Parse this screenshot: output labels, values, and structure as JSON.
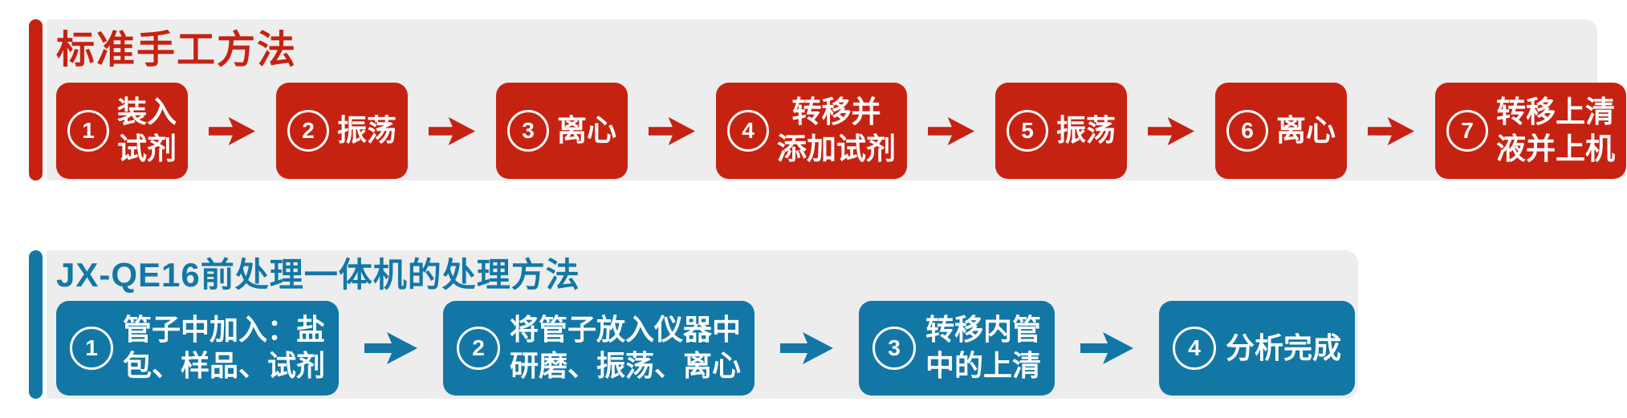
{
  "colors": {
    "accent_red": "#C62212",
    "accent_blue": "#1377A6",
    "panel_gray": "#EDEDED",
    "step_text": "#FFFFFF"
  },
  "icons": {
    "step_arrow": "arrow-right-icon"
  },
  "manual": {
    "title": "标准手工方法",
    "steps": [
      {
        "num": "1",
        "line1": "装入",
        "line2": "试剂"
      },
      {
        "num": "2",
        "line1": "振荡"
      },
      {
        "num": "3",
        "line1": "离心"
      },
      {
        "num": "4",
        "line1": "转移并",
        "line2": "添加试剂"
      },
      {
        "num": "5",
        "line1": "振荡"
      },
      {
        "num": "6",
        "line1": "离心"
      },
      {
        "num": "7",
        "line1": "转移上清",
        "line2": "液并上机"
      }
    ]
  },
  "machine": {
    "title": "JX-QE16前处理一体机的处理方法",
    "steps": [
      {
        "num": "1",
        "line1": "管子中加入：盐",
        "line2": "包、样品、试剂"
      },
      {
        "num": "2",
        "line1": "将管子放入仪器中",
        "line2": "研磨、振荡、离心"
      },
      {
        "num": "3",
        "line1": "转移内管",
        "line2": "中的上清"
      },
      {
        "num": "4",
        "line1": "分析完成"
      }
    ]
  }
}
